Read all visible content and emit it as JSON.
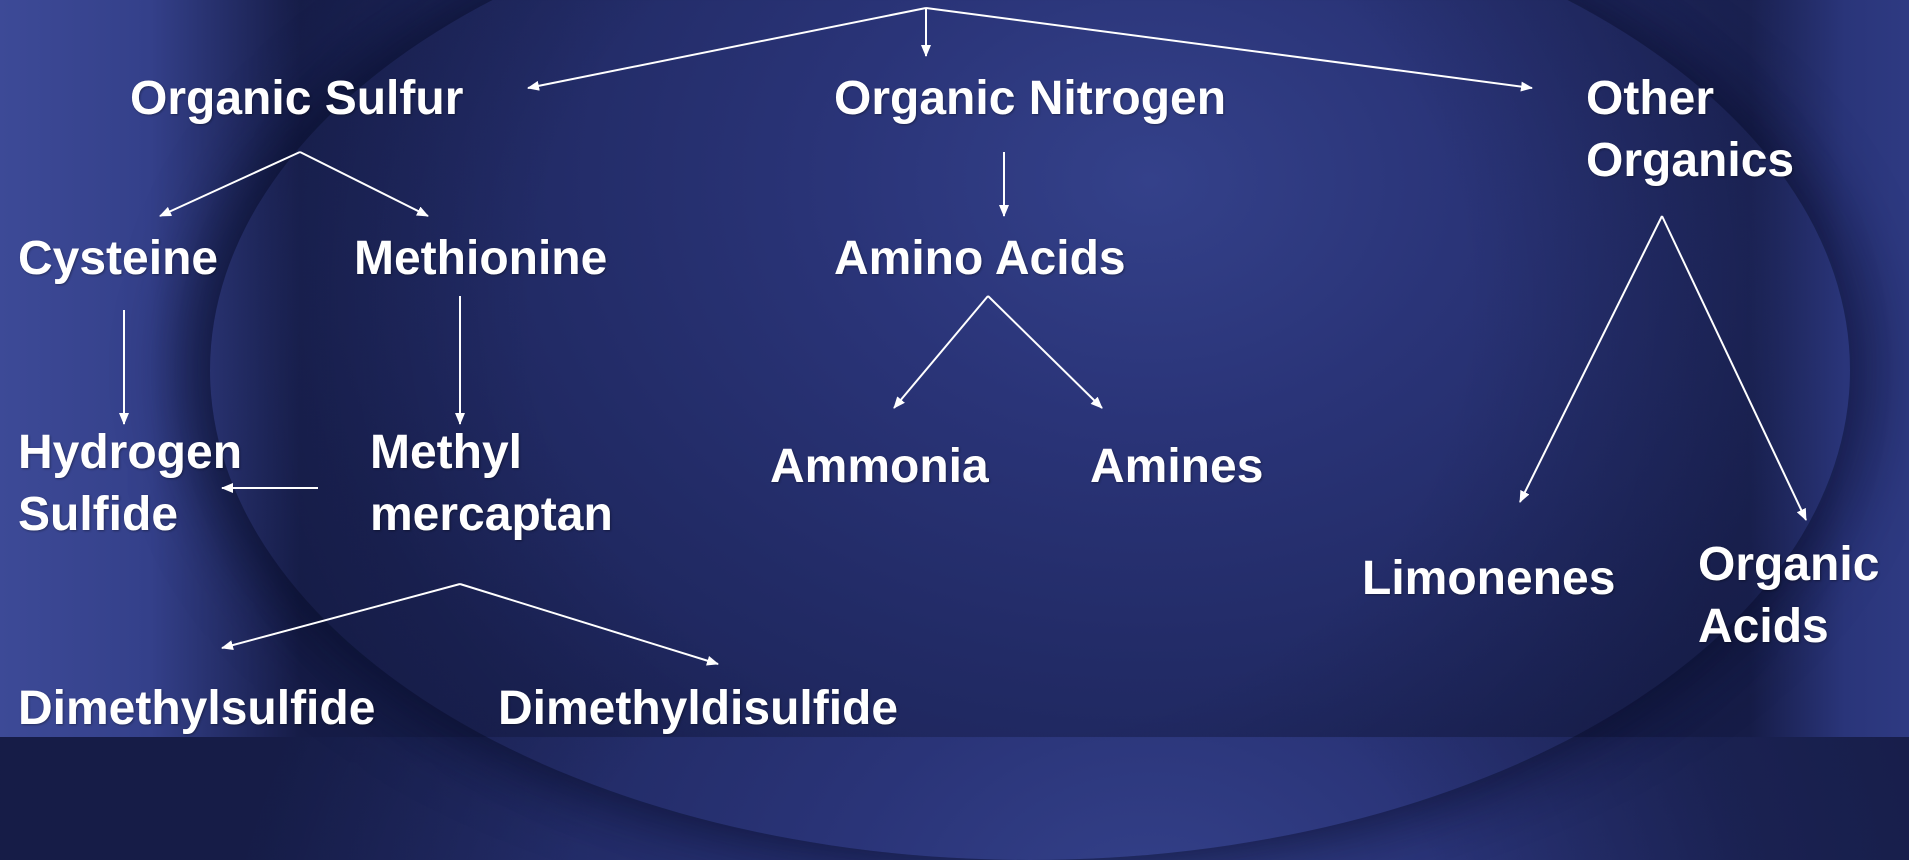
{
  "diagram": {
    "nodes": [
      {
        "id": "organic-sulfur",
        "label": "Organic Sulfur"
      },
      {
        "id": "organic-nitrogen",
        "label": "Organic Nitrogen"
      },
      {
        "id": "other-organics",
        "label": "Other\nOrganics"
      },
      {
        "id": "cysteine",
        "label": "Cysteine"
      },
      {
        "id": "methionine",
        "label": "Methionine"
      },
      {
        "id": "amino-acids",
        "label": "Amino Acids"
      },
      {
        "id": "hydrogen-sulfide",
        "label": "Hydrogen\nSulfide"
      },
      {
        "id": "methyl-mercaptan",
        "label": "Methyl\nmercaptan"
      },
      {
        "id": "ammonia",
        "label": "Ammonia"
      },
      {
        "id": "amines",
        "label": "Amines"
      },
      {
        "id": "limonenes",
        "label": "Limonenes"
      },
      {
        "id": "organic-acids",
        "label": "Organic\nAcids"
      },
      {
        "id": "dimethylsulfide",
        "label": "Dimethylsulfide"
      },
      {
        "id": "dimethyldisulfide",
        "label": "Dimethyldisulfide"
      }
    ],
    "edges": [
      {
        "from": "root",
        "to": "organic-sulfur"
      },
      {
        "from": "root",
        "to": "organic-nitrogen"
      },
      {
        "from": "root",
        "to": "other-organics"
      },
      {
        "from": "organic-sulfur",
        "to": "cysteine"
      },
      {
        "from": "organic-sulfur",
        "to": "methionine"
      },
      {
        "from": "cysteine",
        "to": "hydrogen-sulfide"
      },
      {
        "from": "methionine",
        "to": "methyl-mercaptan"
      },
      {
        "from": "methyl-mercaptan",
        "to": "hydrogen-sulfide"
      },
      {
        "from": "methyl-mercaptan",
        "to": "dimethylsulfide"
      },
      {
        "from": "methyl-mercaptan",
        "to": "dimethyldisulfide"
      },
      {
        "from": "organic-nitrogen",
        "to": "amino-acids"
      },
      {
        "from": "amino-acids",
        "to": "ammonia"
      },
      {
        "from": "amino-acids",
        "to": "amines"
      },
      {
        "from": "other-organics",
        "to": "limonenes"
      },
      {
        "from": "other-organics",
        "to": "organic-acids"
      }
    ],
    "colors": {
      "text": "#ffffff",
      "arrow": "#ffffff",
      "background": "#232c68"
    }
  }
}
